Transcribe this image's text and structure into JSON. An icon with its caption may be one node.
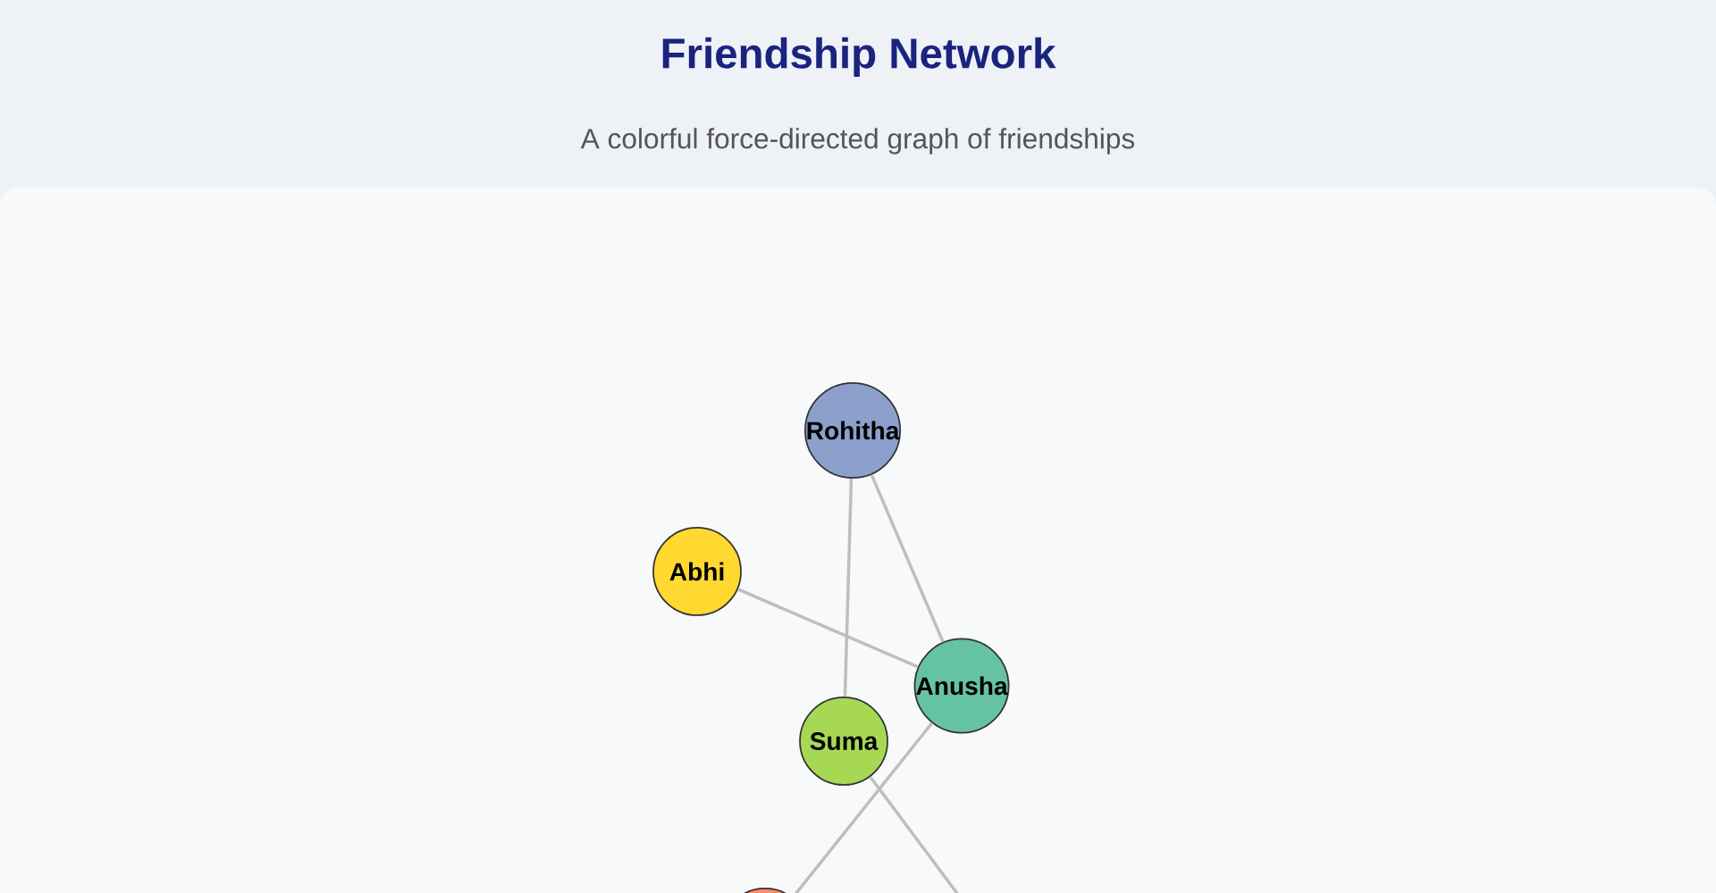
{
  "diagram": {
    "title": "Friendship Network",
    "caption": "A colorful force-directed graph of friendships",
    "nodes": [
      {
        "text": [
          "Rohitha"
        ]
      },
      {
        "text": [
          "Abhi"
        ]
      },
      {
        "text": [
          "Anusha"
        ]
      },
      {
        "text": [
          "Suma"
        ]
      },
      {
        "text": [],
        "shape": "circle"
      }
    ],
    "edges": [
      {
        "from": 0,
        "to": 3,
        "arrow": "none"
      },
      {
        "from": 0,
        "to": 2,
        "arrow": "none"
      },
      {
        "from": 1,
        "to": 2,
        "arrow": "none"
      },
      {
        "from": 2,
        "to": 4,
        "arrow": "none"
      },
      {
        "from": 3,
        "to": null,
        "arrow": "none"
      }
    ]
  }
}
